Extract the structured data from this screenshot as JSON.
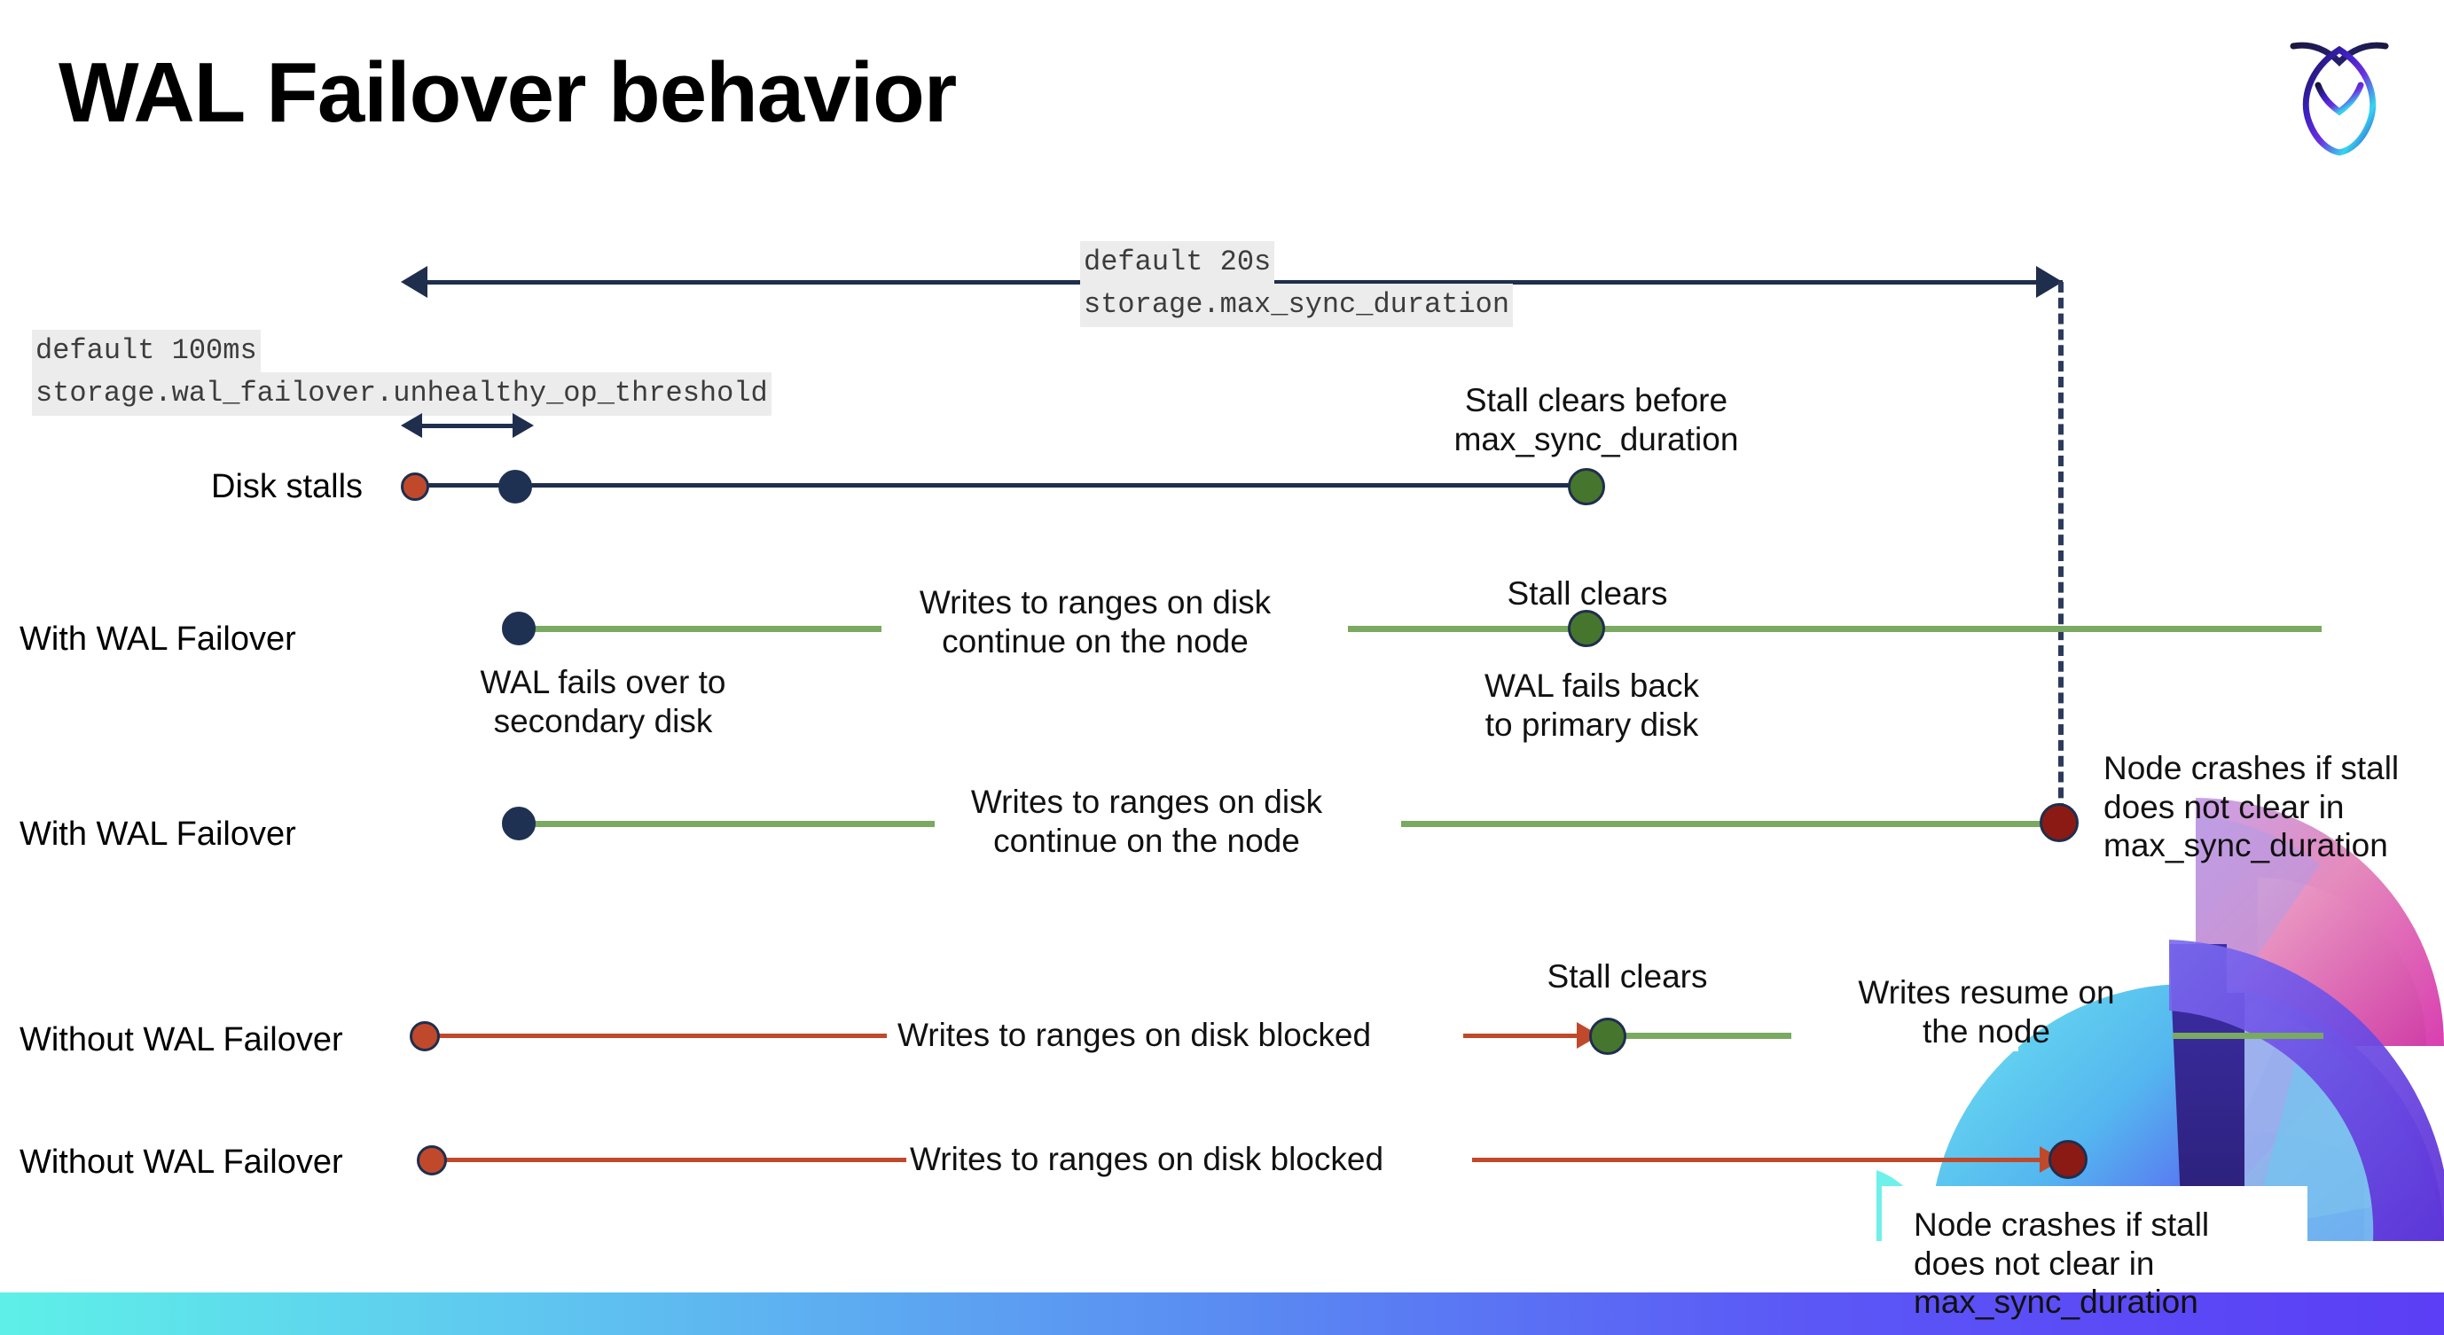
{
  "slide": {
    "title": "WAL Failover behavior",
    "logo_name": "cockroachdb-logo"
  },
  "chart_data": {
    "type": "timeline-diagram",
    "title": "WAL Failover behavior",
    "settings_annotations": [
      {
        "id": "max-sync-duration",
        "default": "default 20s",
        "setting": "storage.max_sync_duration",
        "span_kind": "double-headed-arrow",
        "description": "Full span from disk-stall start to node crash threshold"
      },
      {
        "id": "unhealthy-op-threshold",
        "default": "default 100ms",
        "setting": "storage.wal_failover.unhealthy_op_threshold",
        "span_kind": "double-headed-arrow",
        "description": "Short span from stall start to WAL failover trigger"
      }
    ],
    "rows": [
      {
        "label": "Disk stalls",
        "line_color": "#1f2e4d",
        "markers": [
          {
            "type": "stall-start",
            "color": "#c0492c"
          },
          {
            "type": "failover-point",
            "color": "#1f3153"
          },
          {
            "type": "stall-clears",
            "color": "#46762d"
          }
        ],
        "notes": [
          "Stall clears before\nmax_sync_duration"
        ]
      },
      {
        "label": "With WAL Failover",
        "line_color": "#7aa961",
        "markers": [
          {
            "type": "failover-point",
            "color": "#1f3153"
          },
          {
            "type": "stall-clears",
            "color": "#46762d"
          }
        ],
        "notes": [
          "WAL fails over to\nsecondary disk",
          "Writes to ranges on disk\ncontinue on the node",
          "Stall clears",
          "WAL fails  back\nto primary disk"
        ]
      },
      {
        "label": "With WAL Failover",
        "line_color": "#7aa961",
        "markers": [
          {
            "type": "failover-point",
            "color": "#1f3153"
          },
          {
            "type": "node-crash",
            "color": "#8b1a15"
          }
        ],
        "notes": [
          "Writes to ranges on disk\ncontinue on the node",
          "Node crashes if stall\ndoes not clear in\nmax_sync_duration"
        ]
      },
      {
        "label": "Without WAL Failover",
        "line_color": "#c0492c",
        "markers": [
          {
            "type": "stall-start",
            "color": "#c0492c"
          },
          {
            "type": "stall-clears",
            "color": "#46762d"
          }
        ],
        "notes": [
          "Writes to ranges on disk  blocked",
          "Stall clears",
          "Writes resume on\nthe node"
        ]
      },
      {
        "label": "Without WAL Failover",
        "line_color": "#c0492c",
        "markers": [
          {
            "type": "stall-start",
            "color": "#c0492c"
          },
          {
            "type": "node-crash",
            "color": "#8b1a15"
          }
        ],
        "notes": [
          "Writes to ranges on disk  blocked",
          "Node crashes if stall\ndoes not clear in\nmax_sync_duration"
        ]
      }
    ],
    "colors": {
      "navy": "#1f2e4d",
      "green_line": "#7aa961",
      "green_dot": "#46762d",
      "orange": "#c0492c",
      "dark_red": "#8b1a15",
      "code_bg": "#ececec",
      "bottom_bar_start": "#5ef0e8",
      "bottom_bar_end": "#5b3ef5"
    }
  },
  "annotations": {
    "max_sync_default": "default 20s",
    "max_sync_setting": "storage.max_sync_duration",
    "unhealthy_default": "default 100ms",
    "unhealthy_setting": "storage.wal_failover.unhealthy_op_threshold"
  },
  "rows": {
    "disk_stalls": {
      "label": "Disk stalls",
      "note_stall_clears_before_l1": "Stall clears before",
      "note_stall_clears_before_l2": "max_sync_duration"
    },
    "with_failover_1": {
      "label": "With WAL Failover",
      "note_failover_l1": "WAL fails over to",
      "note_failover_l2": "secondary disk",
      "note_writes_l1": "Writes to ranges on disk",
      "note_writes_l2": "continue on the node",
      "note_stall_clears": "Stall clears",
      "note_failback_l1": "WAL fails  back",
      "note_failback_l2": "to primary disk"
    },
    "with_failover_2": {
      "label": "With WAL Failover",
      "note_writes_l1": "Writes to ranges on disk",
      "note_writes_l2": "continue on the node",
      "note_crash_l1": "Node crashes if stall",
      "note_crash_l2": "does not clear in",
      "note_crash_l3": "max_sync_duration"
    },
    "without_failover_1": {
      "label": "Without WAL Failover",
      "note_blocked": "Writes to ranges on disk  blocked",
      "note_stall_clears": "Stall clears",
      "note_resume_l1": "Writes resume on",
      "note_resume_l2": "the node"
    },
    "without_failover_2": {
      "label": "Without WAL Failover",
      "note_blocked": "Writes to ranges on disk  blocked",
      "note_crash_l1": "Node crashes if stall",
      "note_crash_l2": "does not clear in",
      "note_crash_l3": "max_sync_duration"
    }
  }
}
